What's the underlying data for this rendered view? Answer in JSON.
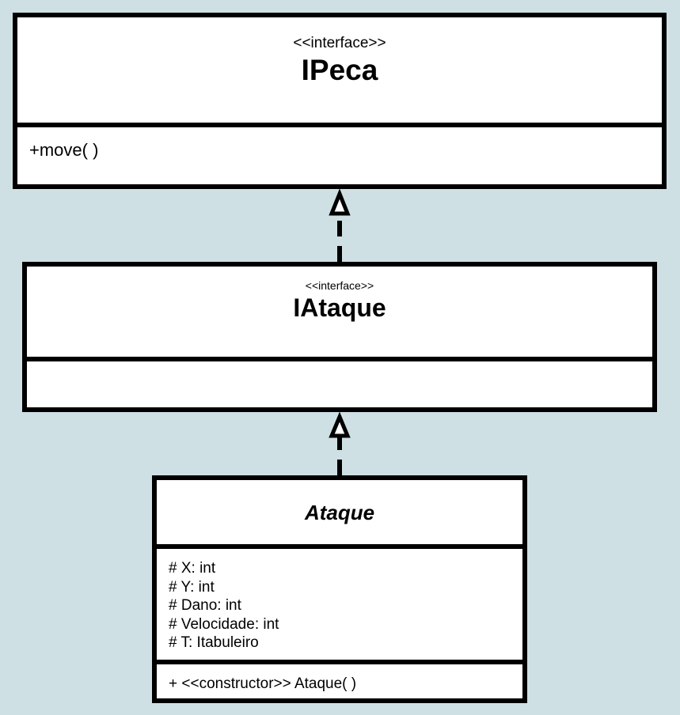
{
  "diagram": {
    "classes": [
      {
        "id": "ipeca",
        "stereotype": "<<interface>>",
        "name": "IPeca",
        "attributes": [],
        "operations": [
          "+move( )"
        ]
      },
      {
        "id": "iataque",
        "stereotype": "<<interface>>",
        "name": "IAtaque",
        "attributes": [],
        "operations": []
      },
      {
        "id": "ataque",
        "stereotype": "",
        "name": "Ataque",
        "abstract": true,
        "attributes": [
          "# X: int",
          "# Y: int",
          "# Dano: int",
          "# Velocidade: int",
          "# T: Itabuleiro"
        ],
        "operations": [
          "+ <<constructor>> Ataque( )"
        ]
      }
    ],
    "relations": [
      {
        "type": "realization",
        "from": "iataque",
        "to": "ipeca"
      },
      {
        "type": "realization",
        "from": "ataque",
        "to": "iataque"
      }
    ],
    "colors": {
      "background": "#cfe0e4",
      "box_fill": "#ffffff",
      "line": "#000000"
    }
  }
}
